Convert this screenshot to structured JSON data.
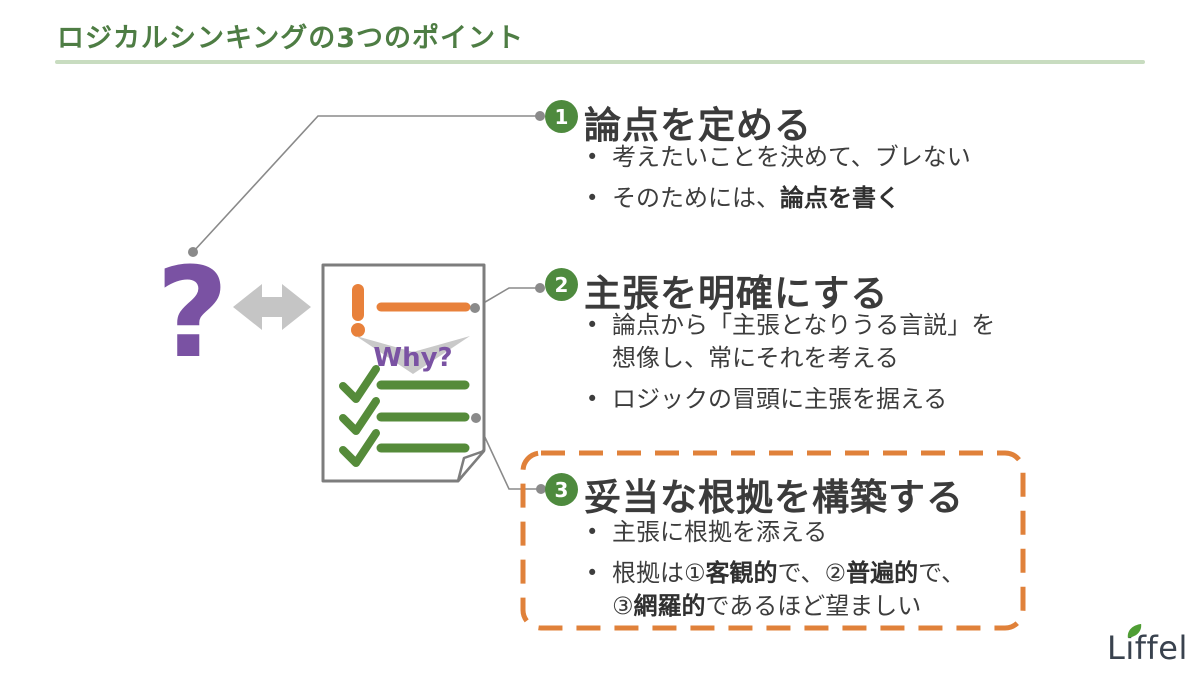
{
  "title": "ロジカルシンキングの3つのポイント",
  "ui": {
    "bullet_char": "•"
  },
  "illustration": {
    "question_mark": "?",
    "why_label": "Why?"
  },
  "points": [
    {
      "number": "1",
      "heading": "論点を定める",
      "b1": "考えたいことを決めて、ブレない",
      "b2_pre": "そのためには、",
      "b2_bold": "論点を書く"
    },
    {
      "number": "2",
      "heading": "主張を明確にする",
      "b1_line1": "論点から「主張となりうる言説」を",
      "b1_line2": "想像し、常にそれを考える",
      "b2": "ロジックの冒頭に主張を据える"
    },
    {
      "number": "3",
      "heading": "妥当な根拠を構築する",
      "b1": "主張に根拠を添える",
      "b2_s1": "根拠は①",
      "b2_b1": "客観的",
      "b2_s2": "で、②",
      "b2_b2": "普遍的",
      "b2_s3": "で、",
      "b2_s4": "③",
      "b2_b3": "網羅的",
      "b2_s5": "であるほど望ましい"
    }
  ],
  "logo": {
    "text": "Liffel"
  },
  "colors": {
    "title_green": "#4e7d44",
    "underline_green": "#c8dcc0",
    "circle_green": "#4e8a3e",
    "check_green": "#558b3a",
    "orange": "#e8813b",
    "dashed_border_orange": "#e0813a",
    "purple": "#7a52a3",
    "arrow_gray": "#c5c5c5",
    "document_border_gray": "#7d7d7d",
    "connector_gray": "#8a8a8a",
    "text_dark": "#3d3d3d",
    "logo_navy": "#39424e",
    "leaf_green": "#4f9e34"
  }
}
